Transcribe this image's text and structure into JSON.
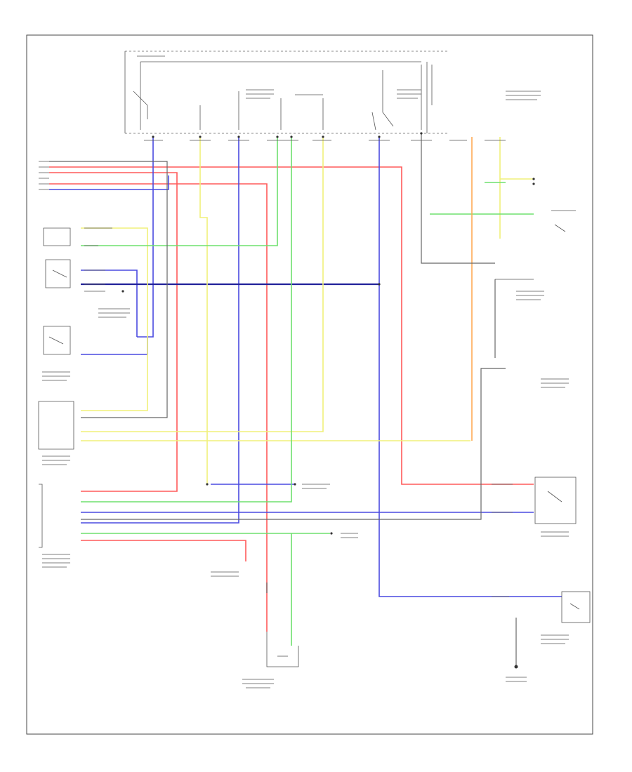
{
  "diagram": {
    "footer_code": "",
    "components": [
      {
        "id": "underhood-fuse-box",
        "label": ""
      },
      {
        "id": "dashboard-fuse-box",
        "label": ""
      },
      {
        "id": "ac-pressure-switch",
        "label": ""
      },
      {
        "id": "ac-compressor-relay",
        "label": ""
      },
      {
        "id": "condenser-fan-relay",
        "label": ""
      },
      {
        "id": "radiator-fan-relay",
        "label": ""
      },
      {
        "id": "engine-coolant-temp-switch",
        "label": ""
      },
      {
        "id": "ac-compressor-clutch",
        "label": ""
      },
      {
        "id": "radiator-fan-motor",
        "label": ""
      },
      {
        "id": "condenser-fan-motor",
        "label": ""
      },
      {
        "id": "powertrain-control-module",
        "label": ""
      }
    ]
  }
}
